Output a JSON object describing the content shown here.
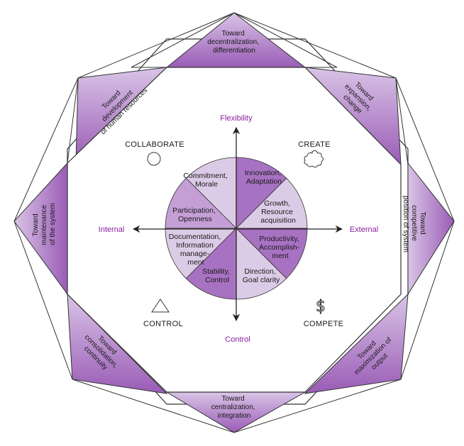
{
  "colors": {
    "light_purple": "#dccbe6",
    "mid_purple": "#c49fd6",
    "dark_purple": "#a872c2",
    "purple_gradient_dark": "#9a5cb6",
    "axis_label": "#8a1fa0",
    "outline": "#333333"
  },
  "axes": {
    "top": "Flexibility",
    "bottom": "Control",
    "left": "Internal",
    "right": "External"
  },
  "quadrants": {
    "top_left": {
      "label": "COLLABORATE",
      "icon": "circle-icon"
    },
    "top_right": {
      "label": "CREATE",
      "icon": "flower-icon"
    },
    "bottom_left": {
      "label": "CONTROL",
      "icon": "triangle-icon"
    },
    "bottom_right": {
      "label": "COMPETE",
      "icon": "dollar-icon",
      "icon_glyph": "$"
    }
  },
  "circle_segments": {
    "commitment": [
      "Commitment,",
      "Morale"
    ],
    "innovation": [
      "Innovation,",
      "Adaptation"
    ],
    "participation": [
      "Participation,",
      "Openness"
    ],
    "growth": [
      "Growth,",
      "Resource",
      "acquisition"
    ],
    "documentation": [
      "Documentation,",
      "Information",
      "manage-",
      "ment"
    ],
    "productivity": [
      "Productivity,",
      "Accomplish-",
      "ment"
    ],
    "stability": [
      "Stability,",
      "Control"
    ],
    "direction": [
      "Direction,",
      "Goal clarity"
    ]
  },
  "outer_triangles": {
    "top": [
      "Toward",
      "decentralization,",
      "differentiation"
    ],
    "top_left": [
      "Toward",
      "development",
      "of human resources"
    ],
    "top_right": [
      "Toward",
      "expansion,",
      "change"
    ],
    "left": [
      "Toward",
      "maintenance",
      "of the system"
    ],
    "right": [
      "Toward",
      "competitive",
      "position of system"
    ],
    "bottom_left": [
      "Toward",
      "consolidation,",
      "continuity"
    ],
    "bottom_right": [
      "Toward",
      "maximization of",
      "output"
    ],
    "bottom": [
      "Toward",
      "centralization,",
      "integration"
    ]
  }
}
